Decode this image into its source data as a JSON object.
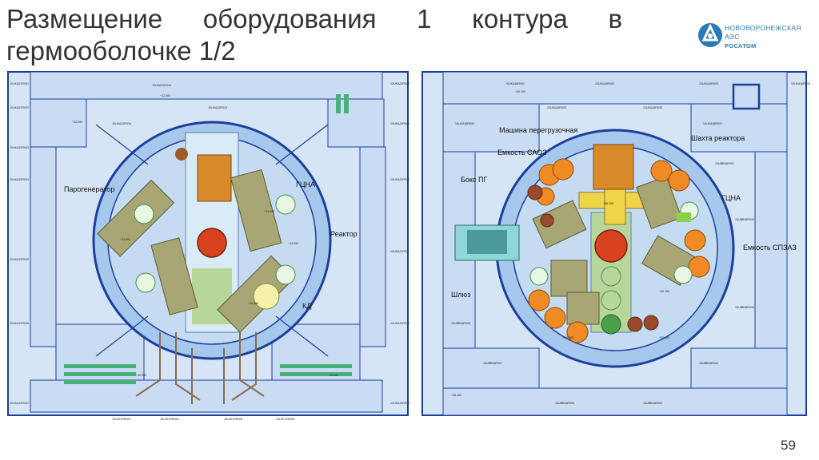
{
  "slide": {
    "title_line1": "Размещение оборудования 1 контура в",
    "title_line2": "гермооболочке 1/2",
    "page_number": "59"
  },
  "logo": {
    "line1": "НОВОВОРОНЕЖСКАЯ",
    "line2": "АЭС",
    "line3": "РОСАТОМ"
  },
  "left_plan": {
    "labels": {
      "steam_generator": "Парогенератор",
      "gtsna": "ГЦНА",
      "reactor": "Реактор",
      "kd": "КД"
    },
    "room_codes": [
      "10UKA22R001",
      "10UKA22R002",
      "10UKA22R003",
      "10UKA22R004",
      "10UKA22R005",
      "10UKA22R006",
      "10UKA22R007",
      "10UKA22R008",
      "10UKA22R009",
      "10UKA22R010",
      "10UKA22R011",
      "10UKA22R012",
      "10UKA22R013",
      "10UKA22R014",
      "10UKA22R015",
      "10UKA22R016",
      "10UJE22R003",
      "10UJE22R004",
      "10UJE22R005",
      "10UJE22R006"
    ],
    "elevations": [
      "+12.900",
      "+12.000",
      "+14.500",
      "+14.000",
      "+14.000",
      "+14.500",
      "+12.000",
      "+12.000"
    ]
  },
  "right_plan": {
    "labels": {
      "refueling_machine": "Машина перегрузочная",
      "saoz_tank": "Емкость САОЗ",
      "shaft": "Шахта реактора",
      "box_pg": "Бокс ПГ",
      "gtsna": "ГЦНА",
      "spzaz_tank": "Емкость СПЗАЗ",
      "airlock": "Шлюз"
    },
    "room_codes": [
      "10UKA36R001",
      "10UKA36R002",
      "10UKA36R003",
      "10UKA36R004",
      "10UKA36R005",
      "10UKA36R006",
      "10UKA36R007",
      "10UKA36R008",
      "10UBB36R001",
      "10UBB36R002",
      "10UBB36R003",
      "10UBB36R004",
      "10UBB36R005",
      "10UBB36R006",
      "10UBB36R007",
      "10UBB36R008"
    ],
    "elevations": [
      "+26.100",
      "+26.000",
      "+26.100",
      "+26.100",
      "+26.100",
      "+26.100"
    ]
  },
  "colors": {
    "wall": "#1c3f9c",
    "room_fill": "#c9dcf3",
    "floor_fill": "#a6c8ec",
    "equipment_olive": "#9aa36a",
    "orange_tank": "#f08a24",
    "brown_tank": "#9a4a2a",
    "reactor_red": "#d7421f",
    "green_pump": "#bfe3b6"
  }
}
